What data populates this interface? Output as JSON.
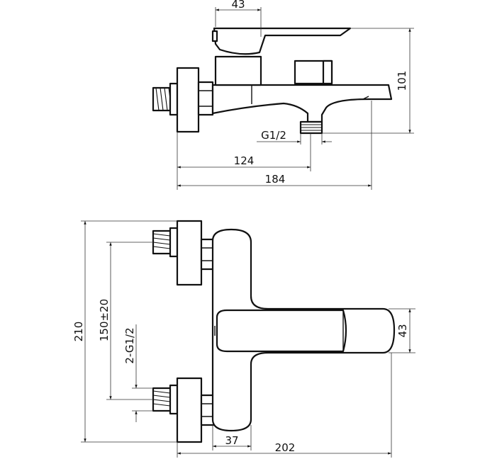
{
  "side_view": {
    "dim_handle": "43",
    "dim_height": "101",
    "dim_thread": "G1/2",
    "dim_outlet_distance": "124",
    "dim_total_length": "184"
  },
  "top_view": {
    "dim_height": "210",
    "dim_centers": "150±20",
    "dim_inlet_thread": "2-G1/2",
    "dim_lever_width": "43",
    "dim_body_offset": "37",
    "dim_total_length": "202"
  }
}
